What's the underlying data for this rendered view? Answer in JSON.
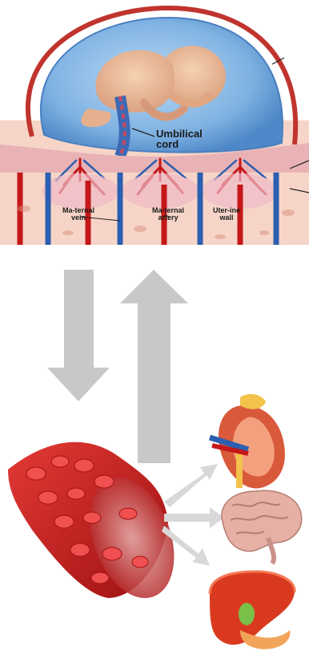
{
  "placenta_panel": {
    "umbilical_label": "Umbilical cord",
    "vein_label": "Ma-ternal vein",
    "artery_label": "Ma-ternal artery",
    "wall_label": "Uter-ine wall"
  },
  "arrows": {
    "down_color": "#c8c8c8",
    "up_color": "#c8c8c8"
  },
  "organs": [
    "kidney-icon",
    "brain-icon",
    "liver-icon"
  ],
  "colors": {
    "amniotic": "#6ea6dc",
    "blood_red": "#c41818",
    "vein_blue": "#2d5fb0",
    "tissue_pink": "#f3c2b8"
  }
}
